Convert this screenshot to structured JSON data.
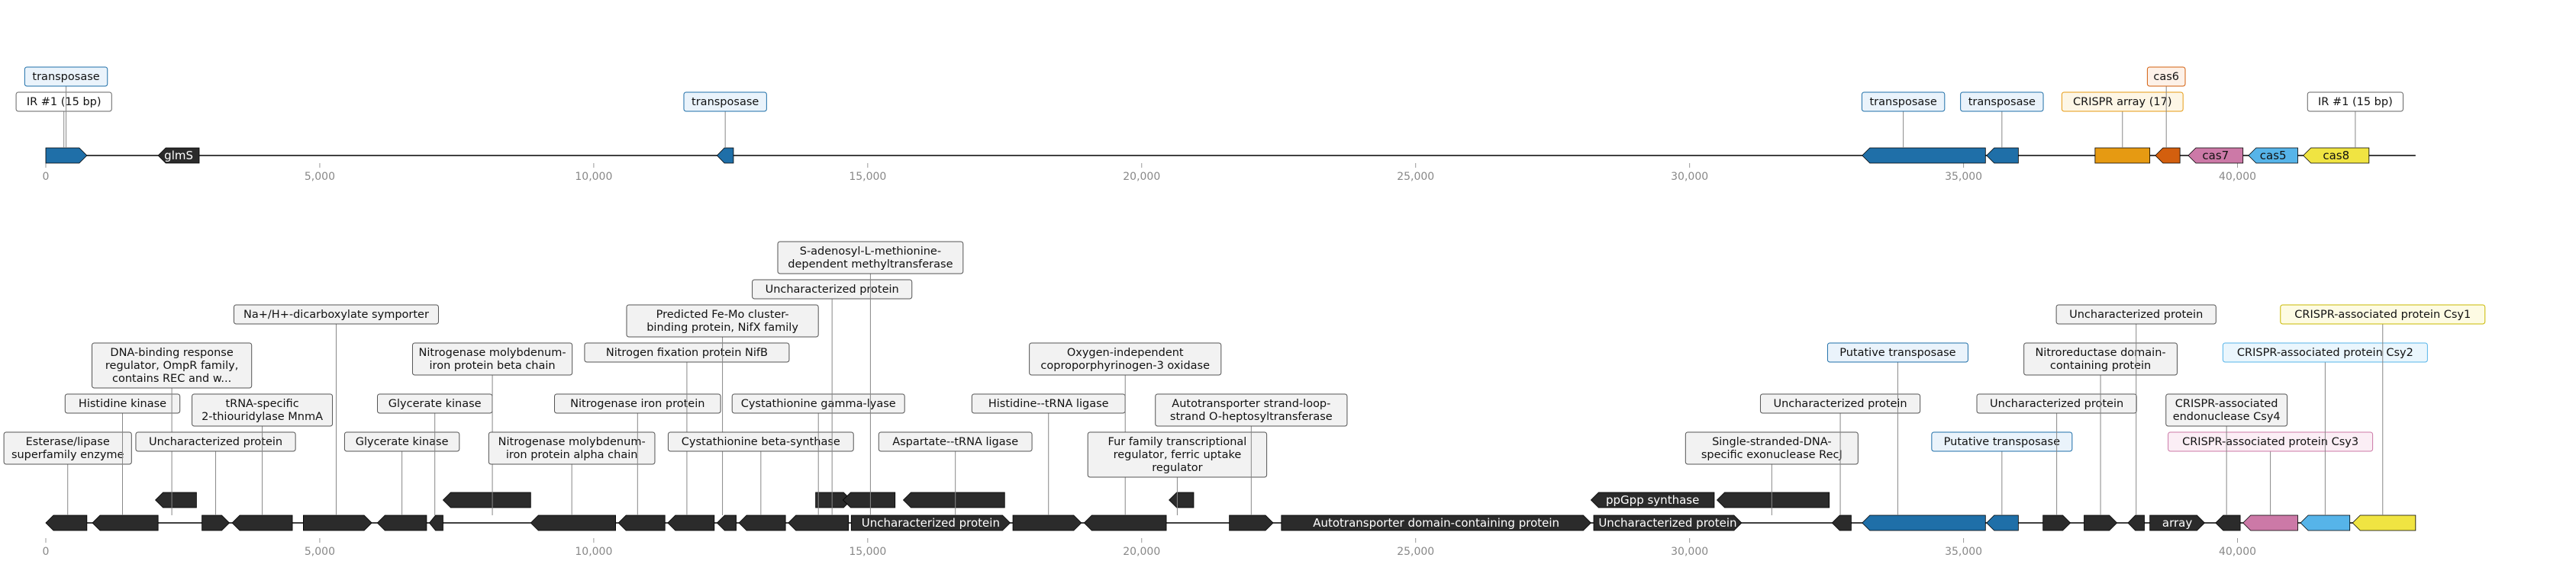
{
  "panels": [
    {
      "id": "top",
      "ticks": [
        0,
        5000,
        10000,
        15000,
        20000,
        25000,
        30000,
        35000,
        40000
      ],
      "tick_labels": [
        "0",
        "5,000",
        "10,000",
        "15,000",
        "20,000",
        "25,000",
        "30,000",
        "35,000",
        "40,000"
      ],
      "features": [
        {
          "start": 0,
          "end": 750,
          "strand": 1,
          "color": "#1f6fa8",
          "label": ""
        },
        {
          "start": 2050,
          "end": 2800,
          "strand": -1,
          "color": "#2b2b2b",
          "label": "glmS"
        },
        {
          "start": 12250,
          "end": 12550,
          "strand": -1,
          "color": "#1f6fa8",
          "label": ""
        },
        {
          "start": 33150,
          "end": 35400,
          "strand": -1,
          "color": "#1f6fa8",
          "label": ""
        },
        {
          "start": 35420,
          "end": 36000,
          "strand": -1,
          "color": "#1f6fa8",
          "label": ""
        },
        {
          "start": 37400,
          "end": 38400,
          "strand": 0,
          "color": "#e69a12",
          "label": ""
        },
        {
          "start": 38500,
          "end": 38950,
          "strand": -1,
          "color": "#d35f0e",
          "label": ""
        },
        {
          "start": 39100,
          "end": 40100,
          "strand": -1,
          "color": "#cc79a7",
          "label": "cas7"
        },
        {
          "start": 40200,
          "end": 41100,
          "strand": -1,
          "color": "#56b4e9",
          "label": "cas5"
        },
        {
          "start": 41200,
          "end": 42400,
          "strand": -1,
          "color": "#f0e442",
          "label": "cas8"
        }
      ],
      "callouts": [
        {
          "text": "IR #1 (15 bp)",
          "pos": 330,
          "fill": "#ffffff",
          "border": "#666666"
        },
        {
          "text": "transposase",
          "pos": 370,
          "fill": "#eaf3fb",
          "border": "#1f6fa8"
        },
        {
          "text": "transposase",
          "pos": 12400,
          "fill": "#eaf3fb",
          "border": "#1f6fa8"
        },
        {
          "text": "transposase",
          "pos": 33900,
          "fill": "#eaf3fb",
          "border": "#1f6fa8"
        },
        {
          "text": "transposase",
          "pos": 35700,
          "fill": "#eaf3fb",
          "border": "#1f6fa8"
        },
        {
          "text": "CRISPR array (17)",
          "pos": 37900,
          "fill": "#fdf6e6",
          "border": "#e69a12"
        },
        {
          "text": "cas6",
          "pos": 38700,
          "fill": "#fdf1e8",
          "border": "#d35f0e"
        },
        {
          "text": "IR #1 (15 bp)",
          "pos": 42150,
          "fill": "#ffffff",
          "border": "#666666"
        }
      ]
    },
    {
      "id": "bottom",
      "ticks": [
        0,
        5000,
        10000,
        15000,
        20000,
        25000,
        30000,
        35000,
        40000
      ],
      "tick_labels": [
        "0",
        "5,000",
        "10,000",
        "15,000",
        "20,000",
        "25,000",
        "30,000",
        "35,000",
        "40,000"
      ],
      "features": [
        {
          "start": 0,
          "end": 750,
          "strand": -1,
          "color": "#2b2b2b",
          "label": ""
        },
        {
          "start": 850,
          "end": 2050,
          "strand": -1,
          "color": "#2b2b2b",
          "label": ""
        },
        {
          "start": 2850,
          "end": 3350,
          "strand": 1,
          "color": "#2b2b2b",
          "label": ""
        },
        {
          "start": 3400,
          "end": 4500,
          "strand": -1,
          "color": "#2b2b2b",
          "label": ""
        },
        {
          "start": 4700,
          "end": 5950,
          "strand": 1,
          "color": "#2b2b2b",
          "label": ""
        },
        {
          "start": 6050,
          "end": 6950,
          "strand": -1,
          "color": "#2b2b2b",
          "label": ""
        },
        {
          "start": 7000,
          "end": 7250,
          "strand": -1,
          "color": "#2b2b2b",
          "label": ""
        },
        {
          "start": 8850,
          "end": 10400,
          "strand": -1,
          "color": "#2b2b2b",
          "label": ""
        },
        {
          "start": 10450,
          "end": 11300,
          "strand": -1,
          "color": "#2b2b2b",
          "label": ""
        },
        {
          "start": 11350,
          "end": 12200,
          "strand": -1,
          "color": "#2b2b2b",
          "label": ""
        },
        {
          "start": 12250,
          "end": 12600,
          "strand": -1,
          "color": "#2b2b2b",
          "label": ""
        },
        {
          "start": 12650,
          "end": 13500,
          "strand": -1,
          "color": "#2b2b2b",
          "label": ""
        },
        {
          "start": 13550,
          "end": 14650,
          "strand": -1,
          "color": "#2b2b2b",
          "label": ""
        },
        {
          "start": 14700,
          "end": 17600,
          "strand": 1,
          "color": "#2b2b2b",
          "label": "Uncharacterized protein"
        },
        {
          "start": 17650,
          "end": 18900,
          "strand": 1,
          "color": "#2b2b2b",
          "label": ""
        },
        {
          "start": 18950,
          "end": 20450,
          "strand": -1,
          "color": "#2b2b2b",
          "label": ""
        },
        {
          "start": 21600,
          "end": 22400,
          "strand": 1,
          "color": "#2b2b2b",
          "label": ""
        },
        {
          "start": 22550,
          "end": 28200,
          "strand": 1,
          "color": "#2b2b2b",
          "label": "Autotransporter domain-containing protein"
        },
        {
          "start": 28250,
          "end": 30950,
          "strand": 1,
          "color": "#2b2b2b",
          "label": "Uncharacterized protein"
        },
        {
          "start": 32600,
          "end": 32950,
          "strand": -1,
          "color": "#2b2b2b",
          "label": ""
        },
        {
          "start": 33150,
          "end": 35400,
          "strand": -1,
          "color": "#1f6fa8",
          "label": ""
        },
        {
          "start": 35420,
          "end": 36000,
          "strand": -1,
          "color": "#1f6fa8",
          "label": ""
        },
        {
          "start": 36450,
          "end": 36950,
          "strand": 1,
          "color": "#2b2b2b",
          "label": ""
        },
        {
          "start": 37200,
          "end": 37800,
          "strand": 1,
          "color": "#2b2b2b",
          "label": ""
        },
        {
          "start": 38000,
          "end": 38300,
          "strand": -1,
          "color": "#2b2b2b",
          "label": ""
        },
        {
          "start": 38400,
          "end": 39400,
          "strand": 1,
          "color": "#2b2b2b",
          "label": "array"
        },
        {
          "start": 39600,
          "end": 40050,
          "strand": -1,
          "color": "#2b2b2b",
          "label": ""
        },
        {
          "start": 40100,
          "end": 41100,
          "strand": -1,
          "color": "#cc79a7",
          "label": ""
        },
        {
          "start": 41150,
          "end": 42050,
          "strand": -1,
          "color": "#56b4e9",
          "label": ""
        },
        {
          "start": 42100,
          "end": 43250,
          "strand": -1,
          "color": "#f0e442",
          "label": ""
        }
      ],
      "upper_features": [
        {
          "start": 2000,
          "end": 2750,
          "strand": -1,
          "color": "#2b2b2b"
        },
        {
          "start": 7250,
          "end": 8850,
          "strand": -1,
          "color": "#2b2b2b"
        },
        {
          "start": 14050,
          "end": 14700,
          "strand": 1,
          "color": "#2b2b2b"
        },
        {
          "start": 14550,
          "end": 15500,
          "strand": -1,
          "color": "#2b2b2b"
        },
        {
          "start": 15650,
          "end": 17500,
          "strand": -1,
          "color": "#2b2b2b"
        },
        {
          "start": 20500,
          "end": 20950,
          "strand": -1,
          "color": "#2b2b2b"
        },
        {
          "start": 28200,
          "end": 30450,
          "strand": -1,
          "color": "#2b2b2b",
          "label": "ppGpp synthase"
        },
        {
          "start": 30500,
          "end": 32550,
          "strand": -1,
          "color": "#2b2b2b"
        }
      ],
      "callouts": [
        {
          "text": "Esterase/lipase\nsuperfamily enzyme",
          "pos": 400,
          "fill": "#f2f2f2",
          "border": "#555555"
        },
        {
          "text": "Histidine kinase",
          "pos": 1400,
          "fill": "#f2f2f2",
          "border": "#555555"
        },
        {
          "text": "DNA-binding response\nregulator, OmpR family,\ncontains REC and w...",
          "pos": 2300,
          "fill": "#f2f2f2",
          "border": "#555555"
        },
        {
          "text": "Uncharacterized protein",
          "pos": 3100,
          "fill": "#f2f2f2",
          "border": "#555555"
        },
        {
          "text": "tRNA-specific\n2-thiouridylase MnmA",
          "pos": 3950,
          "fill": "#f2f2f2",
          "border": "#555555"
        },
        {
          "text": "Na+/H+-dicarboxylate symporter",
          "pos": 5300,
          "fill": "#f2f2f2",
          "border": "#555555"
        },
        {
          "text": "Glycerate kinase",
          "pos": 6500,
          "fill": "#f2f2f2",
          "border": "#555555"
        },
        {
          "text": "Glycerate kinase",
          "pos": 7100,
          "fill": "#f2f2f2",
          "border": "#555555"
        },
        {
          "text": "Nitrogenase molybdenum-\niron protein beta chain",
          "pos": 8150,
          "fill": "#f2f2f2",
          "border": "#555555"
        },
        {
          "text": "Nitrogenase molybdenum-\niron protein alpha chain",
          "pos": 9600,
          "fill": "#f2f2f2",
          "border": "#555555"
        },
        {
          "text": "Nitrogenase iron protein",
          "pos": 10800,
          "fill": "#f2f2f2",
          "border": "#555555"
        },
        {
          "text": "Nitrogen fixation protein NifB",
          "pos": 11700,
          "fill": "#f2f2f2",
          "border": "#555555"
        },
        {
          "text": "Predicted Fe-Mo cluster-\nbinding protein, NifX family",
          "pos": 12350,
          "fill": "#f2f2f2",
          "border": "#555555"
        },
        {
          "text": "Cystathionine beta-synthase",
          "pos": 13050,
          "fill": "#f2f2f2",
          "border": "#555555"
        },
        {
          "text": "Cystathionine gamma-lyase",
          "pos": 14100,
          "fill": "#f2f2f2",
          "border": "#555555"
        },
        {
          "text": "Uncharacterized protein",
          "pos": 14350,
          "fill": "#f2f2f2",
          "border": "#555555"
        },
        {
          "text": "S-adenosyl-L-methionine-\ndependent methyltransferase",
          "pos": 15050,
          "fill": "#f2f2f2",
          "border": "#555555"
        },
        {
          "text": "Aspartate--tRNA ligase",
          "pos": 16600,
          "fill": "#f2f2f2",
          "border": "#555555"
        },
        {
          "text": "Histidine--tRNA ligase",
          "pos": 18300,
          "fill": "#f2f2f2",
          "border": "#555555"
        },
        {
          "text": "Oxygen-independent\ncoproporphyrinogen-3 oxidase",
          "pos": 19700,
          "fill": "#f2f2f2",
          "border": "#555555"
        },
        {
          "text": "Fur family transcriptional\nregulator, ferric uptake\nregulator",
          "pos": 20650,
          "fill": "#f2f2f2",
          "border": "#555555"
        },
        {
          "text": "Autotransporter strand-loop-\nstrand O-heptosyltransferase",
          "pos": 22000,
          "fill": "#f2f2f2",
          "border": "#555555"
        },
        {
          "text": "Single-stranded-DNA-\nspecific exonuclease RecJ",
          "pos": 31500,
          "fill": "#f2f2f2",
          "border": "#555555"
        },
        {
          "text": "Uncharacterized protein",
          "pos": 32750,
          "fill": "#f2f2f2",
          "border": "#555555"
        },
        {
          "text": "Putative transposase",
          "pos": 33800,
          "fill": "#eaf3fb",
          "border": "#1f6fa8"
        },
        {
          "text": "Putative transposase",
          "pos": 35700,
          "fill": "#eaf3fb",
          "border": "#1f6fa8"
        },
        {
          "text": "Uncharacterized protein",
          "pos": 36700,
          "fill": "#f2f2f2",
          "border": "#555555"
        },
        {
          "text": "Nitroreductase domain-\ncontaining protein",
          "pos": 37500,
          "fill": "#f2f2f2",
          "border": "#555555"
        },
        {
          "text": "Uncharacterized protein",
          "pos": 38150,
          "fill": "#f2f2f2",
          "border": "#555555"
        },
        {
          "text": "CRISPR-associated protein Csy3",
          "pos": 40600,
          "fill": "#fbeef5",
          "border": "#cc79a7"
        },
        {
          "text": "CRISPR-associated\nendonuclease Csy4",
          "pos": 39800,
          "fill": "#f2f2f2",
          "border": "#555555"
        },
        {
          "text": "CRISPR-associated protein Csy2",
          "pos": 41600,
          "fill": "#eaf6fd",
          "border": "#56b4e9"
        },
        {
          "text": "CRISPR-associated protein Csy1",
          "pos": 42650,
          "fill": "#fdfbe3",
          "border": "#c9b800"
        }
      ]
    }
  ]
}
